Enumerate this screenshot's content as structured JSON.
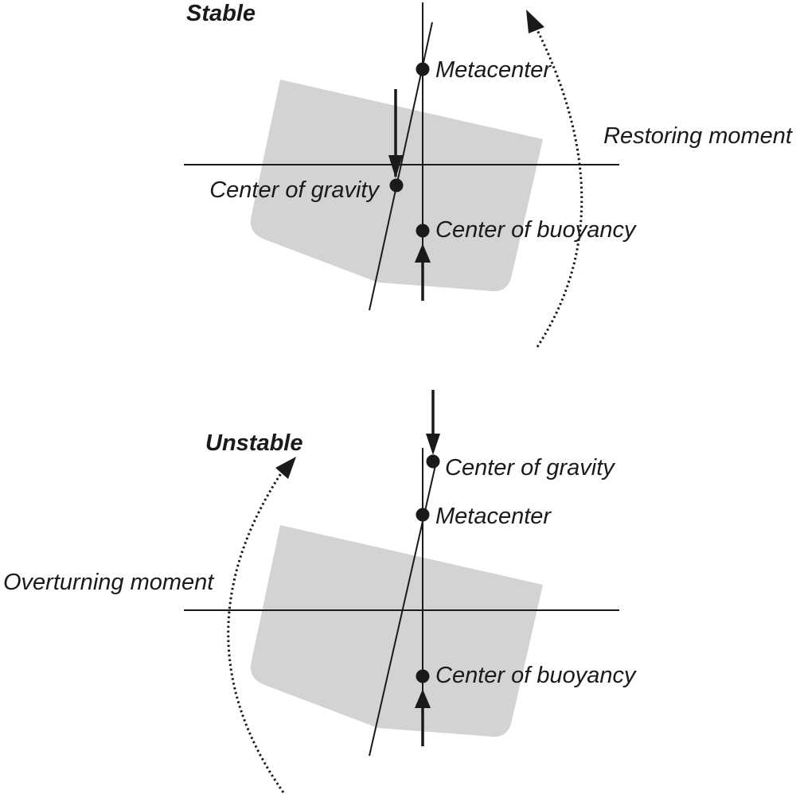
{
  "colors": {
    "hull": "#d3d3d3",
    "ink": "#1a1a1a",
    "background": "#ffffff"
  },
  "stable": {
    "title": "Stable",
    "metacenter_label": "Metacenter",
    "gravity_label": "Center of gravity",
    "buoyancy_label": "Center of buoyancy",
    "moment_label": "Restoring moment"
  },
  "unstable": {
    "title": "Unstable",
    "gravity_label": "Center of gravity",
    "metacenter_label": "Metacenter",
    "buoyancy_label": "Center of buoyancy",
    "moment_label": "Overturning moment"
  }
}
